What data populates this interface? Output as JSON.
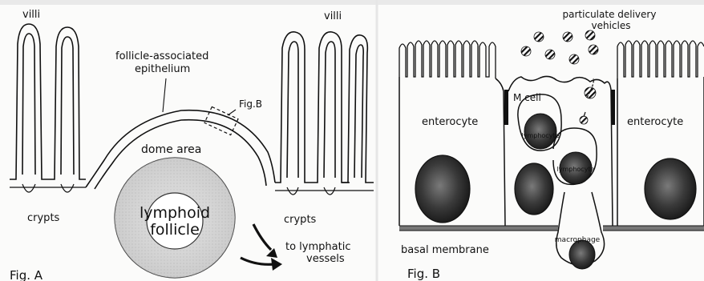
{
  "figA": {
    "villi": "villi",
    "villi_right": "villi",
    "fae_line1": "follicle-associated",
    "fae_line2": "epithelium",
    "figB_ref": "Fig.B",
    "dome": "dome area",
    "lymphoid_line1": "lymphoid",
    "lymphoid_line2": "follicle",
    "crypts_left": "crypts",
    "crypts_right": "crypts",
    "lymph_line1": "to lymphatic",
    "lymph_line2": "vessels",
    "fig_label": "Fig. A"
  },
  "figB": {
    "particulate_line1": "particulate delivery",
    "particulate_line2": "vehicles",
    "m_cell": "M cell",
    "enterocyte_left": "enterocyte",
    "enterocyte_right": "enterocyte",
    "lymphocyte_1": "lymphocyte",
    "lymphocyte_2": "lymphocyte",
    "macrophage": "macrophage",
    "basal": "basal membrane",
    "fig_label": "Fig. B"
  }
}
